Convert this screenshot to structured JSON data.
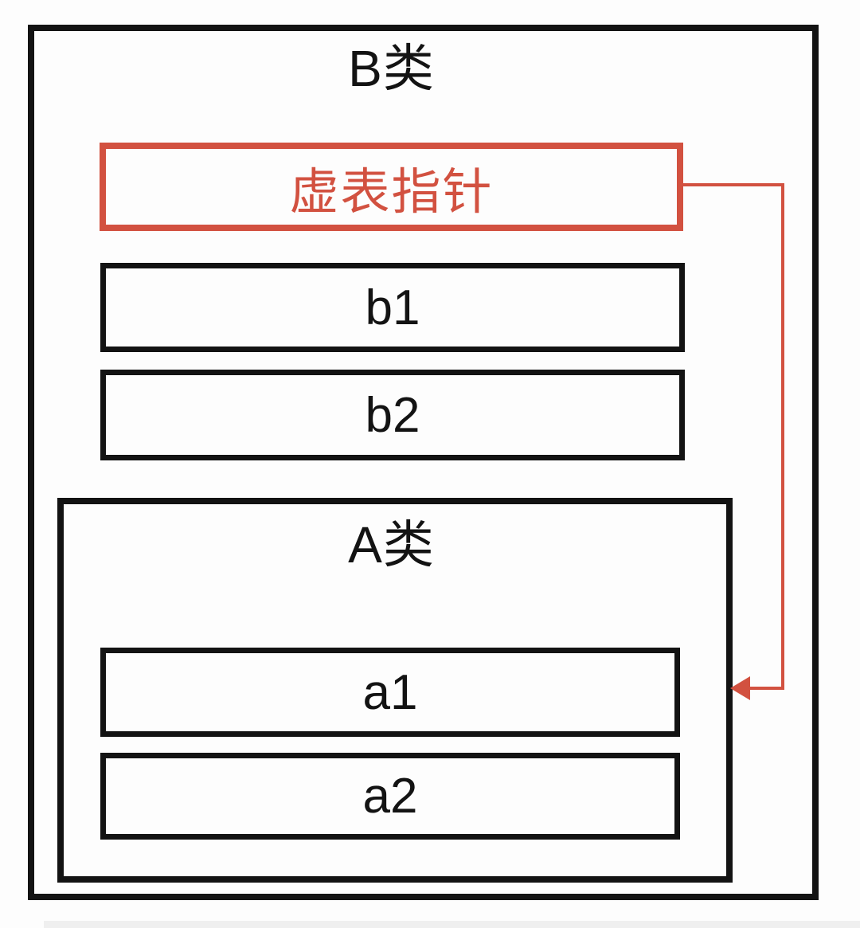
{
  "diagram": {
    "kind": "class-memory-layout",
    "outer_class": {
      "title": "B类"
    },
    "vptr_box": {
      "label": "虚表指针"
    },
    "b_members": [
      {
        "label": "b1"
      },
      {
        "label": "b2"
      }
    ],
    "inner_class": {
      "title": "A类"
    },
    "a_members": [
      {
        "label": "a1"
      },
      {
        "label": "a2"
      }
    ],
    "arrow": {
      "from": "虚表指针",
      "to": "A类/a1",
      "direction": "right-down-left"
    },
    "colors": {
      "accent_red": "#d25140",
      "border_black": "#131313",
      "background": "#fdfdfd"
    }
  }
}
